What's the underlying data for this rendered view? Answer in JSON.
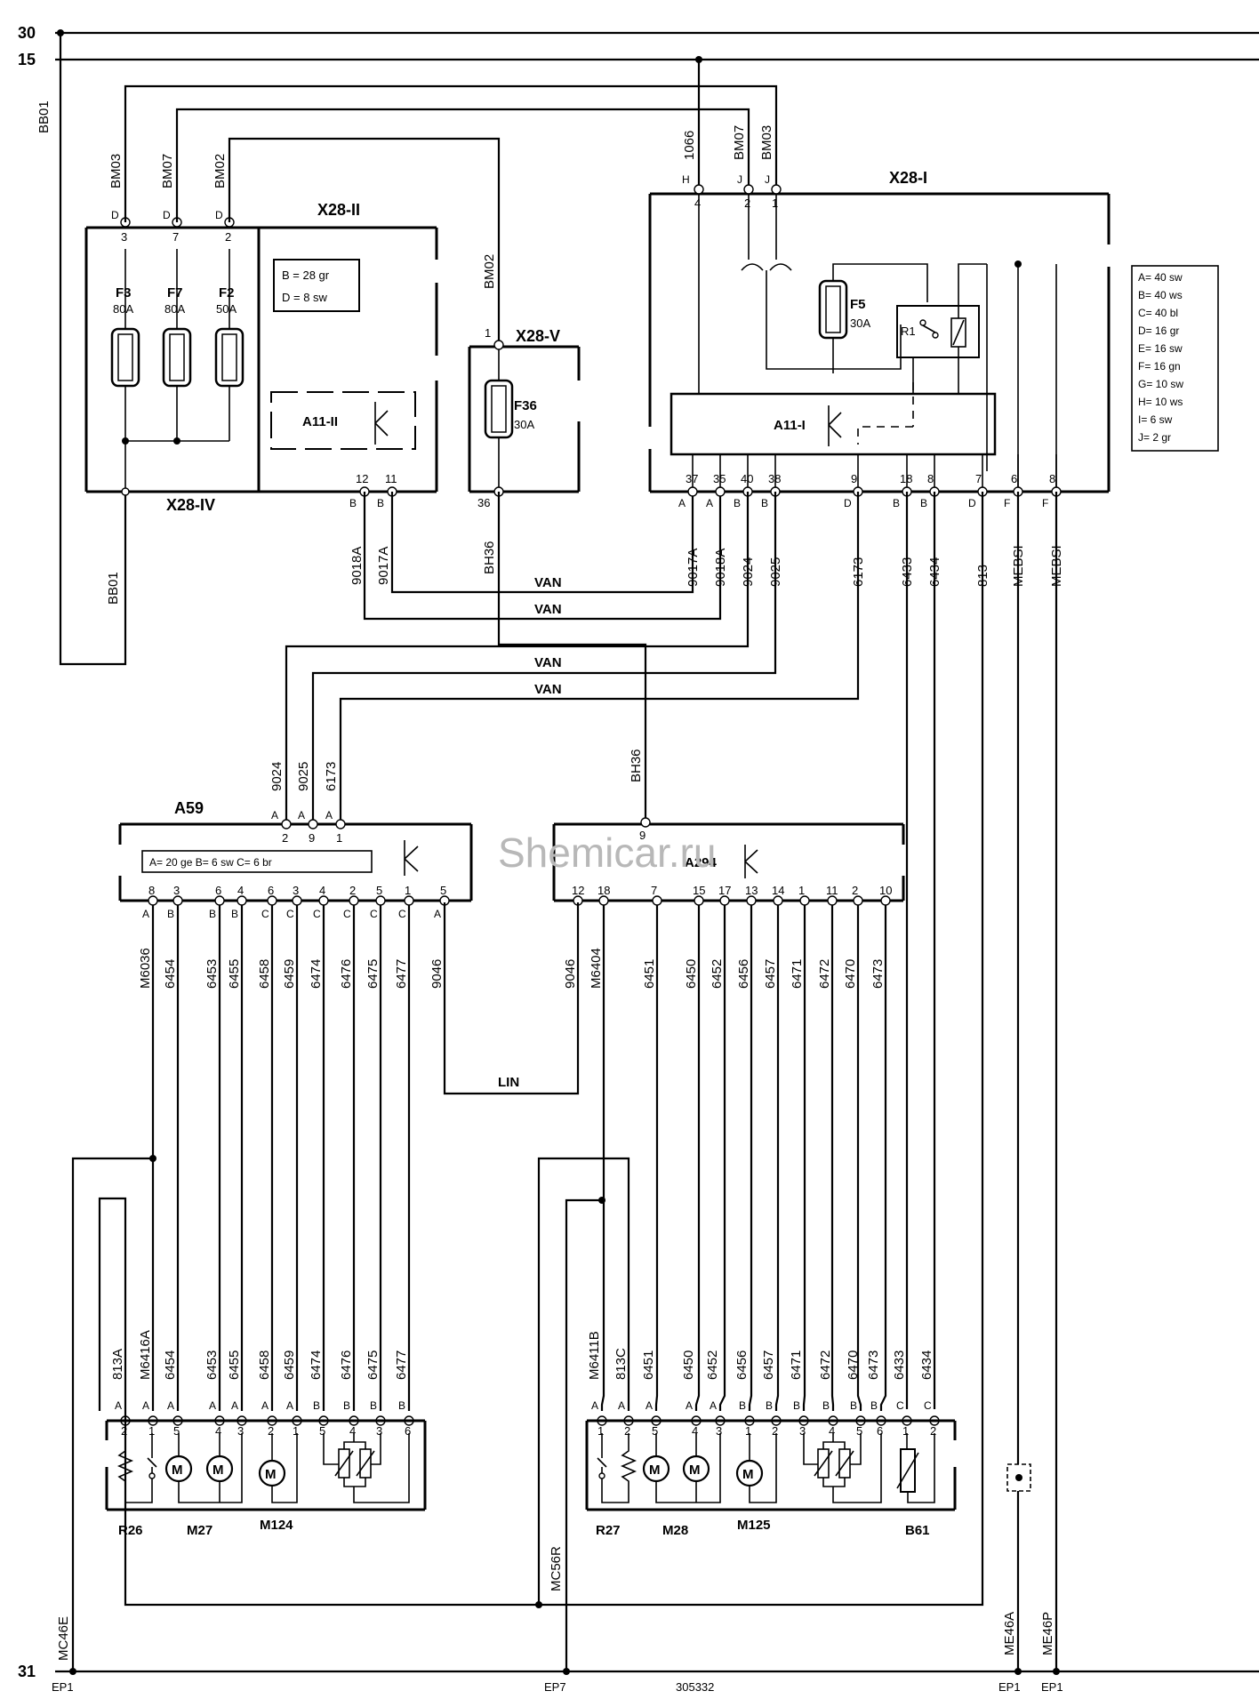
{
  "rails": {
    "r30": "30",
    "r15": "15",
    "r31": "31"
  },
  "grounds": {
    "ep1a": "EP1",
    "ep7": "EP7",
    "ep1b": "EP1",
    "ep1c": "EP1"
  },
  "doc_number": "305332",
  "watermark": "Shemicar.ru",
  "bus_labels": {
    "van": "VAN",
    "lin": "LIN"
  },
  "x28_iv": {
    "title": "X28-IV",
    "fuses": [
      {
        "id": "F3",
        "rating": "80A"
      },
      {
        "id": "F7",
        "rating": "80A"
      },
      {
        "id": "F2",
        "rating": "50A"
      }
    ],
    "pins_top": [
      "3",
      "7",
      "2"
    ],
    "classes_top": [
      "D",
      "D",
      "D"
    ],
    "wires_top": [
      "BM03",
      "BM07",
      "BM02"
    ],
    "bottom_wire": "BB01",
    "feed_wire": "BB01"
  },
  "x28_ii": {
    "title": "X28-II",
    "legend": [
      "B = 28 gr",
      "D = 8 sw"
    ],
    "module": "A11-II",
    "pins_bottom": [
      "12",
      "11"
    ],
    "classes_bottom": [
      "B",
      "B"
    ],
    "wires_bottom": [
      "9018A",
      "9017A"
    ]
  },
  "x28_v": {
    "title": "X28-V",
    "fuse": {
      "id": "F36",
      "rating": "30A"
    },
    "pin_top": "1",
    "pin_bottom": "36",
    "wire_top": "BM02",
    "wire_bottom": "BH36"
  },
  "x28_i": {
    "title": "X28-I",
    "pins_top": [
      "4",
      "2",
      "1"
    ],
    "classes_top": [
      "H",
      "J",
      "J"
    ],
    "wires_top": [
      "1066",
      "BM07",
      "BM03"
    ],
    "fuse": {
      "id": "F5",
      "rating": "30A"
    },
    "relay": "R1",
    "module": "A11-I",
    "pins_bottom": [
      "37",
      "35",
      "40",
      "38",
      "9",
      "18",
      "8",
      "7",
      "6",
      "8"
    ],
    "classes_bottom": [
      "A",
      "A",
      "B",
      "B",
      "D",
      "B",
      "B",
      "D",
      "F",
      "F"
    ],
    "wires_bottom": [
      "9017A",
      "9018A",
      "9024",
      "9025",
      "6173",
      "6433",
      "6434",
      "813",
      "MEBSI",
      "MEBSI"
    ],
    "legend": [
      "A= 40 sw",
      "B= 40 ws",
      "C= 40 bl",
      "D= 16 gr",
      "E= 16 sw",
      "F= 16 gn",
      "G= 10 sw",
      "H= 10 ws",
      "I= 6 sw",
      "J= 2 gr"
    ]
  },
  "a59": {
    "title": "A59",
    "legend": "A= 20 ge     B= 6 sw     C= 6 br",
    "pins_top": [
      "2",
      "9",
      "1"
    ],
    "classes_top": [
      "A",
      "A",
      "A"
    ],
    "wires_top": [
      "9024",
      "9025",
      "6173"
    ],
    "pins_bottom": [
      "8",
      "3",
      "6",
      "4",
      "6",
      "3",
      "4",
      "2",
      "5",
      "1",
      "5"
    ],
    "classes_bottom": [
      "A",
      "B",
      "B",
      "B",
      "C",
      "C",
      "C",
      "C",
      "C",
      "C",
      "A"
    ],
    "wires_bottom": [
      "M6036",
      "6454",
      "6453",
      "6455",
      "6458",
      "6459",
      "6474",
      "6476",
      "6475",
      "6477",
      "9046"
    ]
  },
  "a294": {
    "title": "A294",
    "pin_top": "9",
    "wire_top": "BH36",
    "pins_bottom": [
      "12",
      "18",
      "7",
      "15",
      "17",
      "13",
      "14",
      "1",
      "11",
      "2",
      "10"
    ],
    "wires_bottom": [
      "9046",
      "M6404",
      "6451",
      "6450",
      "6452",
      "6456",
      "6457",
      "6471",
      "6472",
      "6470",
      "6473"
    ]
  },
  "left_group": {
    "labels": [
      "R26",
      "M27",
      "M124"
    ],
    "wires": [
      "813A",
      "M6416A",
      "6454",
      "6453",
      "6455",
      "6458",
      "6459",
      "6474",
      "6476",
      "6475",
      "6477"
    ],
    "classes": [
      "A",
      "A",
      "A",
      "A",
      "A",
      "A",
      "A",
      "B",
      "B",
      "B",
      "B"
    ],
    "pins": [
      "2",
      "1",
      "5",
      "4",
      "3",
      "2",
      "1",
      "5",
      "4",
      "3",
      "6"
    ],
    "ground_wire": "MC46E"
  },
  "right_group": {
    "labels": [
      "R27",
      "M28",
      "M125",
      "B61"
    ],
    "wires": [
      "M6411B",
      "813C",
      "6451",
      "6450",
      "6452",
      "6456",
      "6457",
      "6471",
      "6472",
      "6470",
      "6473",
      "6433",
      "6434"
    ],
    "classes": [
      "A",
      "A",
      "A",
      "A",
      "A",
      "B",
      "B",
      "B",
      "B",
      "B",
      "B",
      "C",
      "C"
    ],
    "pins": [
      "1",
      "2",
      "5",
      "4",
      "3",
      "1",
      "2",
      "3",
      "4",
      "5",
      "6",
      "1",
      "2"
    ],
    "ground_wire": "MC56R"
  },
  "right_wires": {
    "me46a": "ME46A",
    "me46p": "ME46P"
  }
}
